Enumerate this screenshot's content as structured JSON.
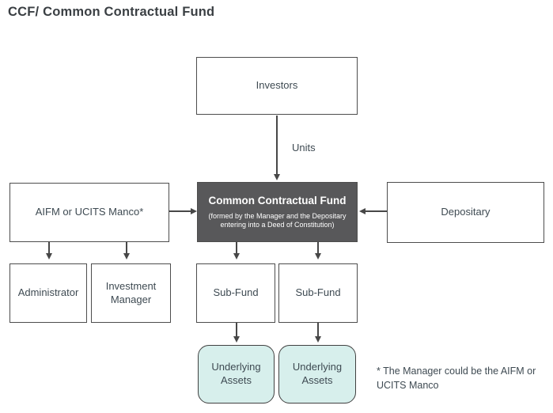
{
  "page": {
    "title": "CCF/ Common Contractual Fund"
  },
  "boxes": {
    "investors": {
      "label": "Investors"
    },
    "aifm": {
      "label": "AIFM or UCITS Manco*"
    },
    "ccf": {
      "title": "Common Contractual Fund",
      "subtitle": "(formed by the Manager and the Depositary entering into a Deed of Constitution)"
    },
    "depositary": {
      "label": "Depositary"
    },
    "administrator": {
      "label": "Administrator"
    },
    "investment_manager": {
      "label": "Investment Manager"
    },
    "subfund_left": {
      "label": "Sub-Fund"
    },
    "subfund_right": {
      "label": "Sub-Fund"
    },
    "underlying_left": {
      "label": "Underlying Assets"
    },
    "underlying_right": {
      "label": "Underlying Assets"
    }
  },
  "edges": {
    "units_label": "Units"
  },
  "footnote": "* The Manager could be the AIFM or UCITS Manco",
  "colors": {
    "hatch_teal": "#3fd1c5",
    "ccf_fill": "#58585a",
    "underlying_fill": "#d7efec",
    "box_border": "#4d4d4d",
    "text": "#3e4a52",
    "arrow": "#474747"
  }
}
